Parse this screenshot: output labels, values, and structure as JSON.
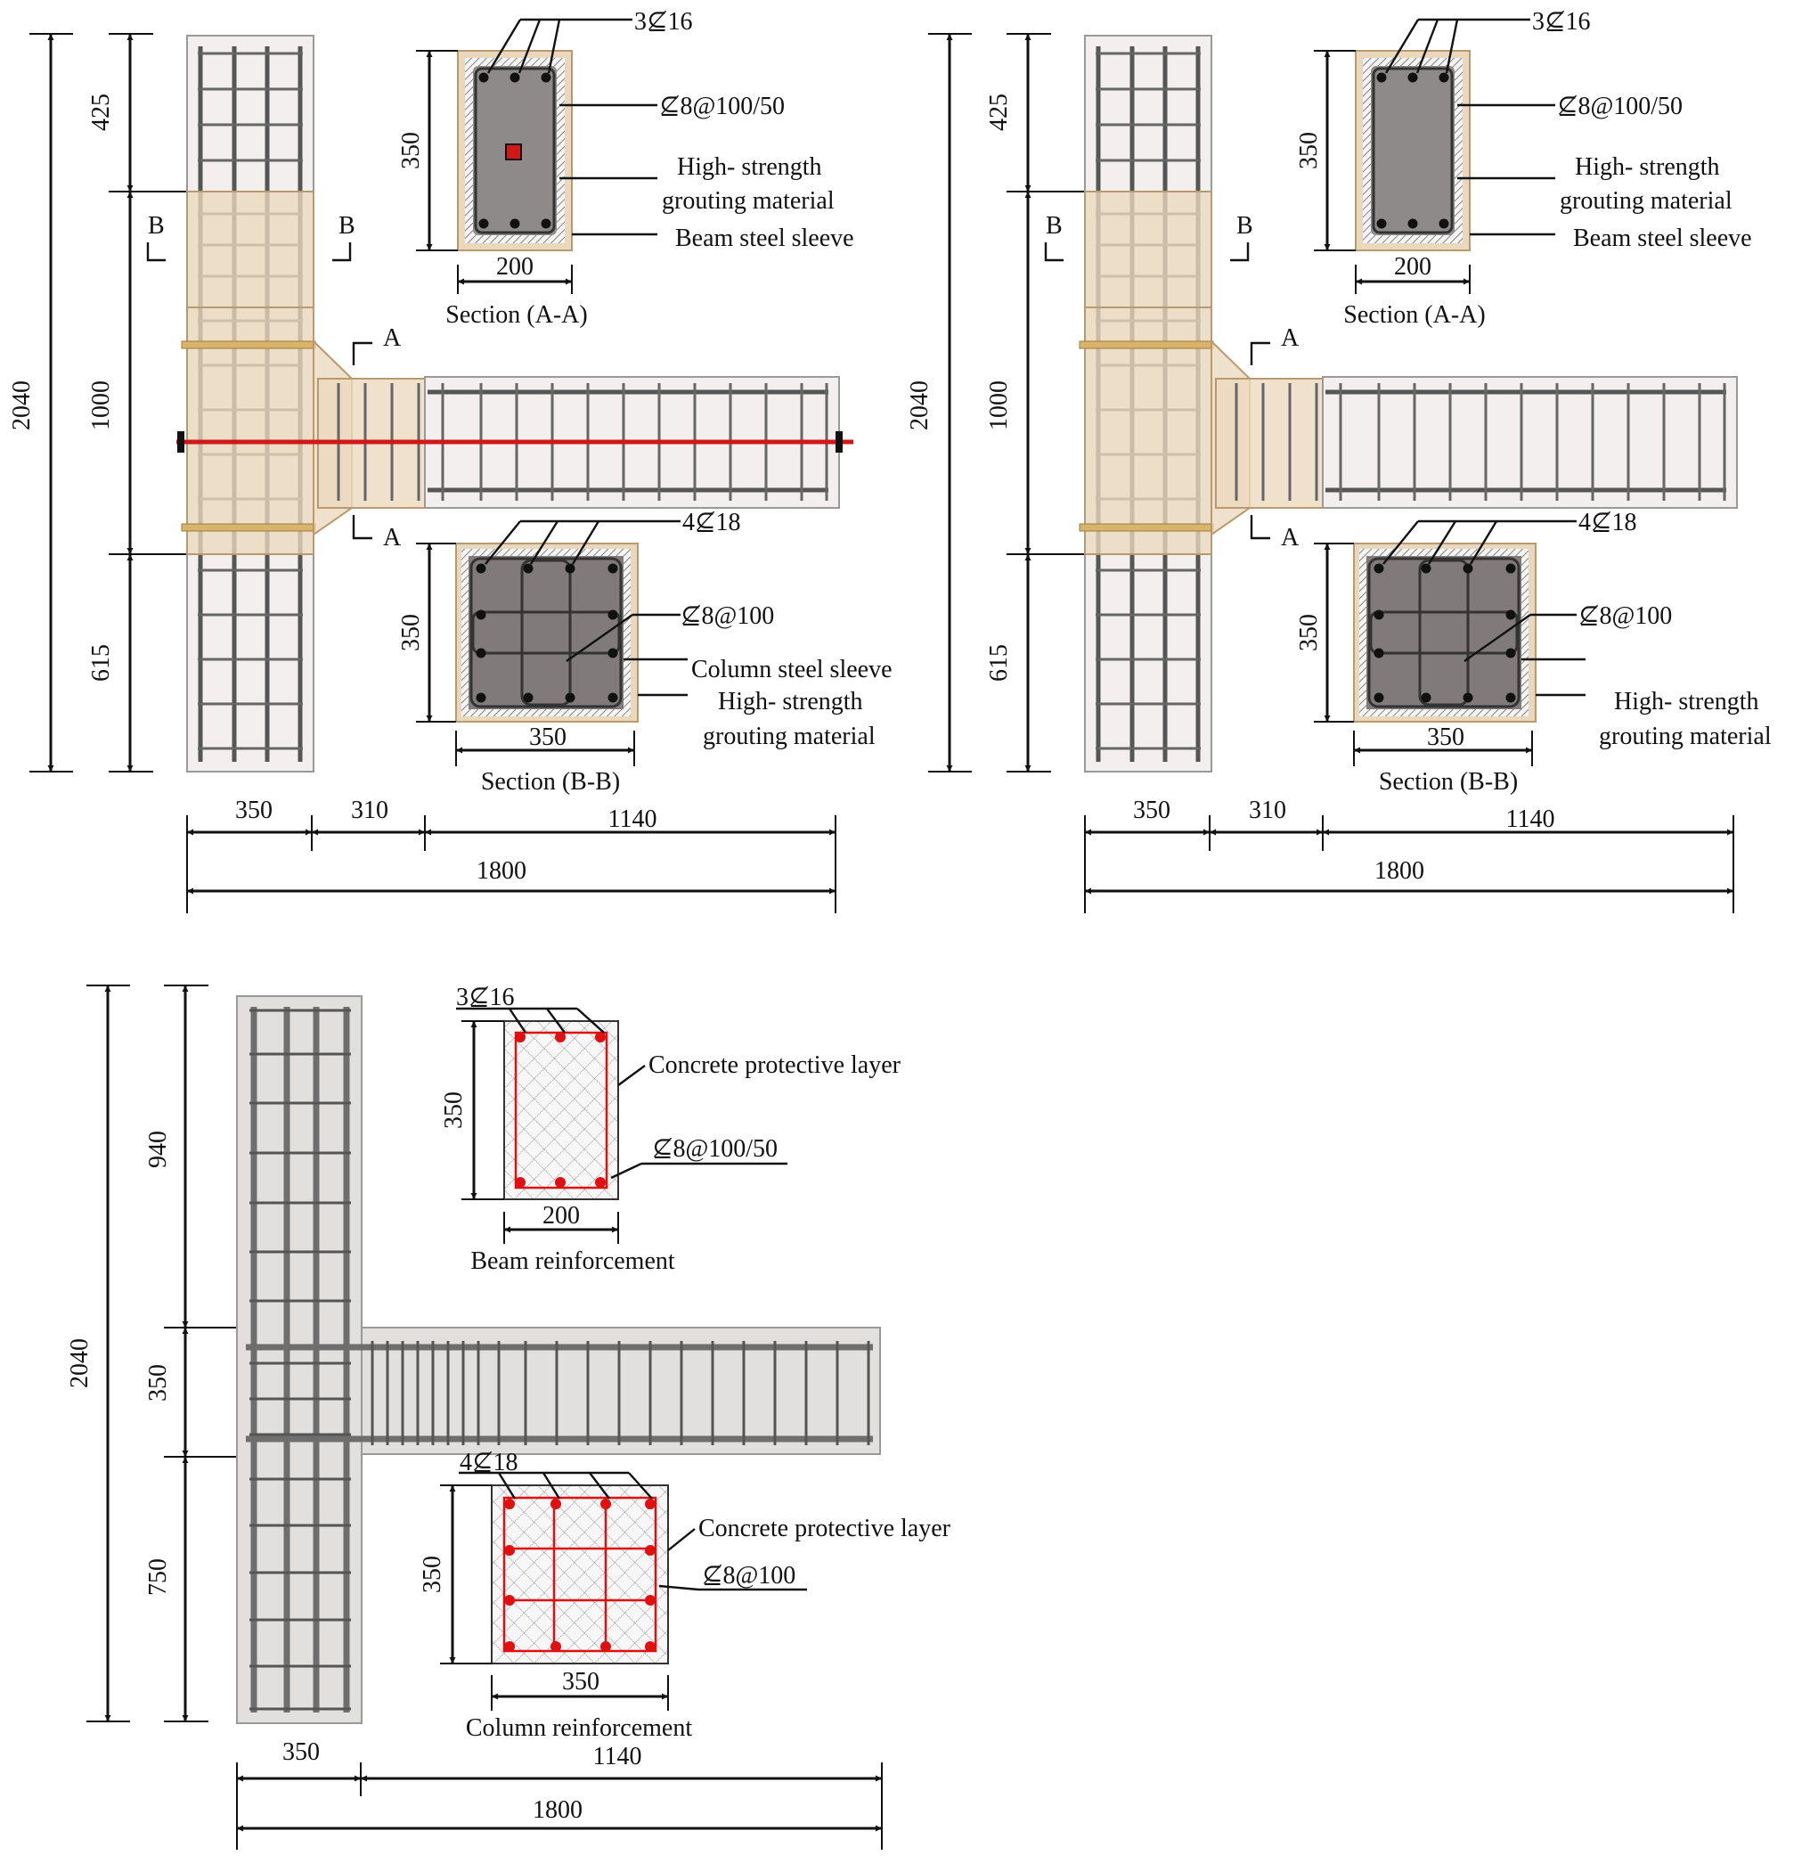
{
  "panels": [
    {
      "id": "top-left",
      "dims_vertical": [
        "2040",
        "425",
        "1000",
        "615"
      ],
      "dims_horizontal": [
        "350",
        "310",
        "1140",
        "1800"
      ],
      "section_marks": [
        "B",
        "B",
        "A",
        "A"
      ],
      "section_aa": {
        "title": "Section (A-A)",
        "height": "350",
        "width": "200",
        "rebar": "3⊈16",
        "stirrup": "⊈8@100/50",
        "grout_line1": "High- strength",
        "grout_line2": "grouting material",
        "sleeve": "Beam steel sleeve"
      },
      "section_bb": {
        "title": "Section (B-B)",
        "height": "350",
        "width": "350",
        "rebar": "4⊈18",
        "stirrup": "⊈8@100",
        "sleeve": "Column steel sleeve",
        "grout_line1": "High- strength",
        "grout_line2": "grouting material"
      }
    },
    {
      "id": "top-right",
      "dims_vertical": [
        "2040",
        "425",
        "1000",
        "615"
      ],
      "dims_horizontal": [
        "350",
        "310",
        "1140",
        "1800"
      ],
      "section_marks": [
        "B",
        "B",
        "A",
        "A"
      ],
      "section_aa": {
        "title": "Section (A-A)",
        "height": "350",
        "width": "200",
        "rebar": "3⊈16",
        "stirrup": "⊈8@100/50",
        "grout_line1": "High- strength",
        "grout_line2": "grouting material",
        "sleeve": "Beam steel sleeve"
      },
      "section_bb": {
        "title": "Section (B-B)",
        "height": "350",
        "width": "350",
        "rebar": "4⊈18",
        "stirrup": "⊈8@100",
        "grout_line1": "High- strength",
        "grout_line2": "grouting material"
      }
    },
    {
      "id": "bottom",
      "dims_vertical": [
        "2040",
        "940",
        "350",
        "750"
      ],
      "dims_horizontal": [
        "350",
        "1140",
        "1800"
      ],
      "beam_section": {
        "title": "Beam reinforcement",
        "rebar": "3⊈16",
        "height": "350",
        "width": "200",
        "cover": "Concrete protective layer",
        "stirrup": "⊈8@100/50"
      },
      "column_section": {
        "title": "Column reinforcement",
        "rebar": "4⊈18",
        "height": "350",
        "width": "350",
        "cover": "Concrete protective layer",
        "stirrup": "⊈8@100"
      }
    }
  ],
  "colors": {
    "concrete": "#f2efee",
    "steel_sleeve": "#ead8bc",
    "grout": "#8f8a8a",
    "prestress_bar": "#d01818",
    "reinforcement_highlight": "#e01010"
  }
}
